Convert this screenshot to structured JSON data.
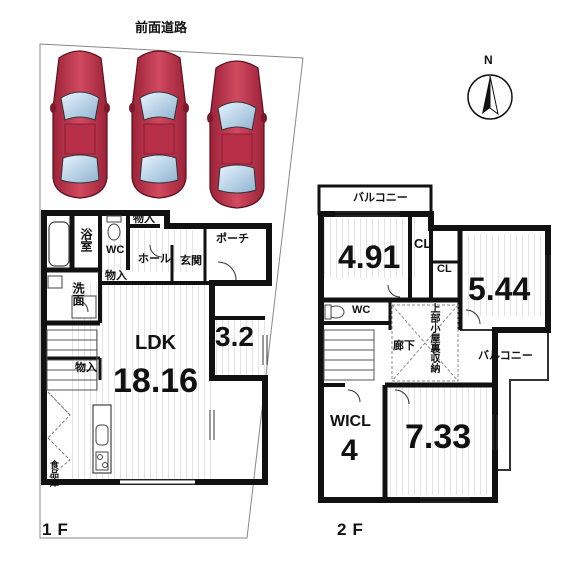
{
  "road_label": "前面道路",
  "compass_label": "N",
  "floor1": {
    "label": "1F",
    "bath": "浴室",
    "wc": "WC",
    "storage1": "物入",
    "storage2": "物入",
    "storage3": "物入",
    "hall": "ホール",
    "entrance": "玄関",
    "porch": "ポーチ",
    "washroom": "洗面",
    "ldk_label": "LDK",
    "ldk_size": "18.16",
    "room_size": "3.2",
    "pantry": "食品庫"
  },
  "floor2": {
    "label": "2F",
    "balcony_top": "バルコニー",
    "room1_size": "4.91",
    "cl1": "CL",
    "cl2": "CL",
    "room2_size": "5.44",
    "wc": "WC",
    "attic": "上部小屋裏収納",
    "corridor": "廊下",
    "balcony_right": "バルコニー",
    "wicl_label": "WICL",
    "wicl_size": "4",
    "room3_size": "7.33"
  }
}
